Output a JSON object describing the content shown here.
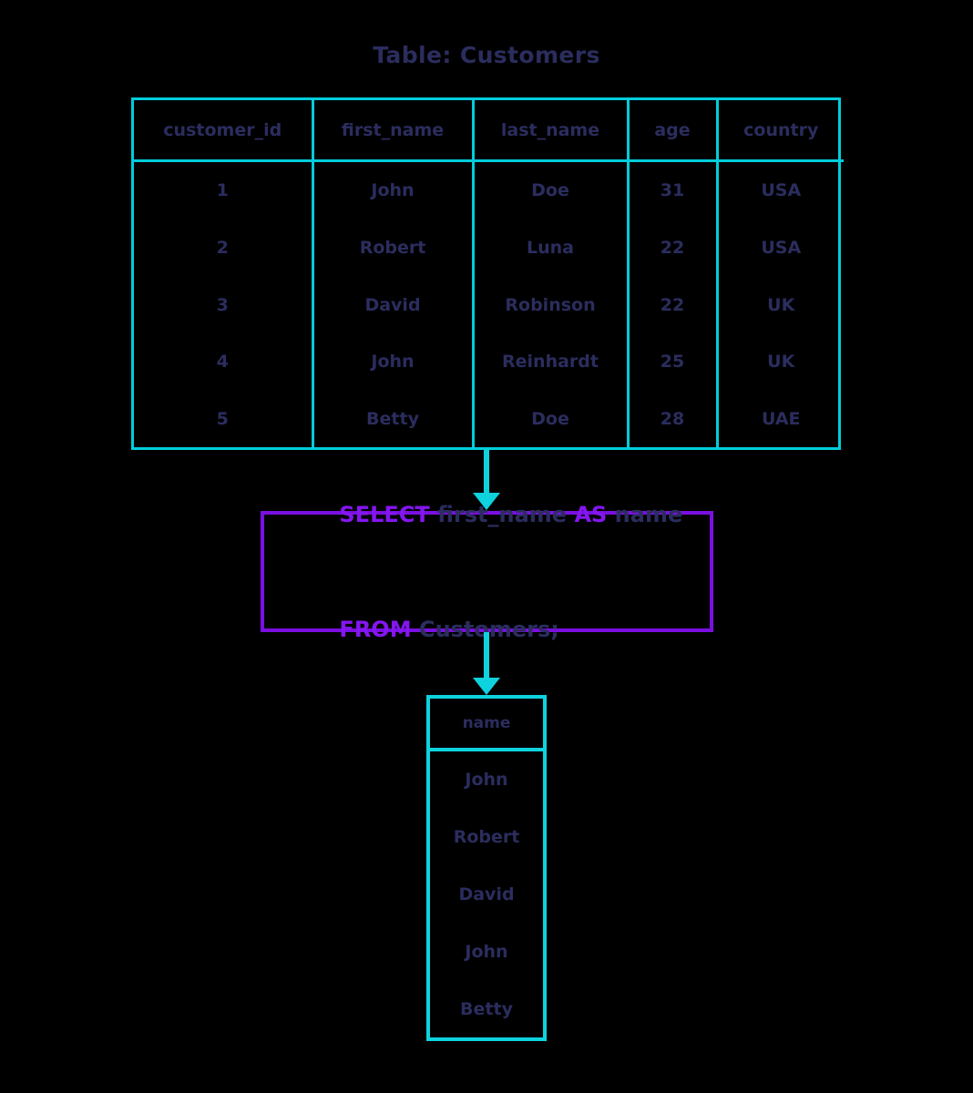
{
  "title": "Table: Customers",
  "colors": {
    "background": "#000000",
    "table_border": "#00cddb",
    "result_border": "#0ed2de",
    "arrow": "#0ed2de",
    "query_border": "#7a0fe0",
    "keyword": "#8416ef",
    "text": "#2b2d5e"
  },
  "source_table": {
    "name": "Customers",
    "columns": [
      "customer_id",
      "first_name",
      "last_name",
      "age",
      "country"
    ],
    "rows": [
      [
        "1",
        "John",
        "Doe",
        "31",
        "USA"
      ],
      [
        "2",
        "Robert",
        "Luna",
        "22",
        "USA"
      ],
      [
        "3",
        "David",
        "Robinson",
        "22",
        "UK"
      ],
      [
        "4",
        "John",
        "Reinhardt",
        "25",
        "UK"
      ],
      [
        "5",
        "Betty",
        "Doe",
        "28",
        "UAE"
      ]
    ]
  },
  "query": {
    "line1": [
      {
        "text": "SELECT",
        "type": "keyword"
      },
      {
        "text": " first_name ",
        "type": "ident"
      },
      {
        "text": "AS",
        "type": "keyword"
      },
      {
        "text": " name",
        "type": "ident"
      }
    ],
    "line2": [
      {
        "text": "FROM",
        "type": "keyword"
      },
      {
        "text": " Customers;",
        "type": "ident"
      }
    ],
    "full_text": "SELECT first_name AS name FROM Customers;"
  },
  "result_table": {
    "columns": [
      "name"
    ],
    "rows": [
      [
        "John"
      ],
      [
        "Robert"
      ],
      [
        "David"
      ],
      [
        "John"
      ],
      [
        "Betty"
      ]
    ]
  },
  "arrows": [
    {
      "name": "table-to-query",
      "direction": "down"
    },
    {
      "name": "query-to-result",
      "direction": "down"
    }
  ]
}
